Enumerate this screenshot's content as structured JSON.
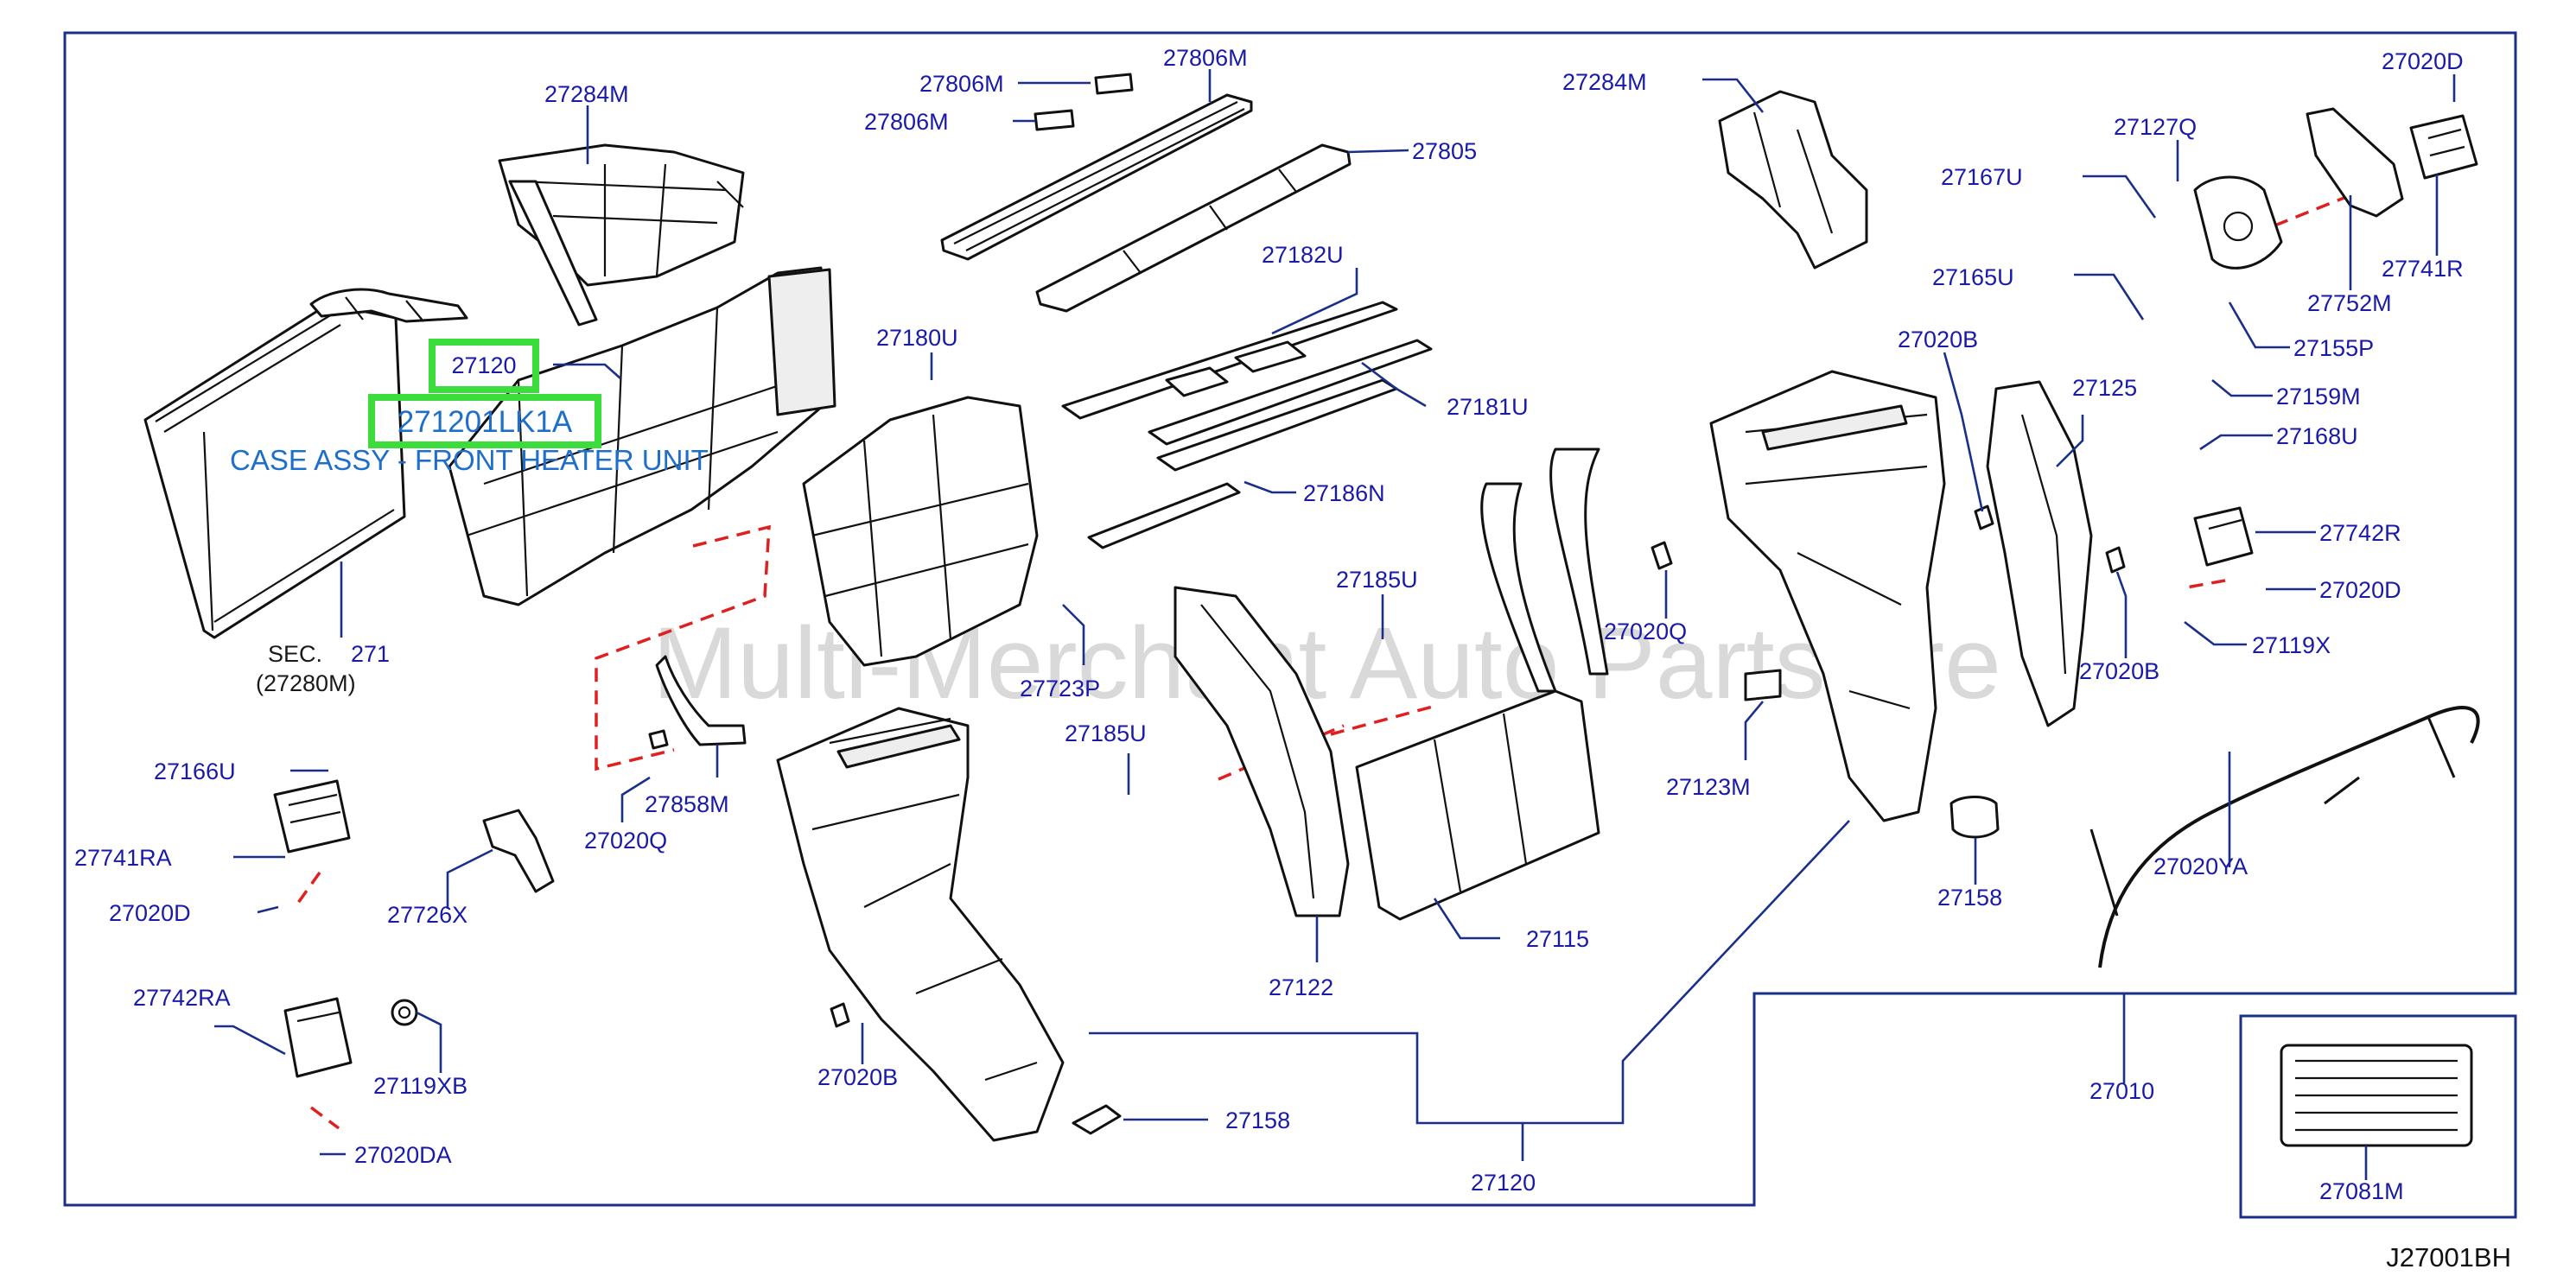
{
  "diagram": {
    "code": "J27001BH",
    "watermark": "Multi-Merchant Auto Partstore",
    "highlight": {
      "part_number": "27120",
      "full_part_number": "271201LK1A",
      "description": "CASE ASSY - FRONT HEATER UNIT"
    },
    "section_ref": {
      "prefix": "SEC.",
      "number": "271",
      "sub": "(27280M)"
    },
    "labels": [
      "27284M",
      "27806M",
      "27806M",
      "27806M",
      "27805",
      "27284M",
      "27020D",
      "27127Q",
      "27167U",
      "27741R",
      "27752M",
      "27165U",
      "27155P",
      "27182U",
      "27180U",
      "27181U",
      "27020B",
      "27125",
      "27159M",
      "27168U",
      "27186N",
      "27742R",
      "27020D",
      "27185U",
      "27020Q",
      "27119X",
      "27723P",
      "27020B",
      "27185U",
      "27123M",
      "27166U",
      "27858M",
      "27741RA",
      "27020Q",
      "27020YA",
      "27020D",
      "27726X",
      "27158",
      "27115",
      "27122",
      "27742RA",
      "27010",
      "27119XB",
      "27020B",
      "27158",
      "27081M",
      "27020DA",
      "27120"
    ]
  }
}
